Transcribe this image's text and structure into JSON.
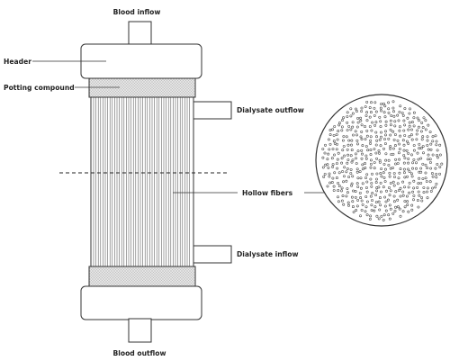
{
  "labels": {
    "blood_inflow": "Blood inflow",
    "header": "Header",
    "potting_compound": "Potting compound",
    "dialysate_outflow": "Dialysate outflow",
    "hollow_fibers": "Hollow fibers",
    "dialysate_inflow": "Dialysate inflow",
    "blood_outflow": "Blood outflow"
  },
  "colors": {
    "stroke": "#333333",
    "potting_fill": "#e2e2e2",
    "fiber_line": "#555555",
    "background": "#ffffff"
  }
}
